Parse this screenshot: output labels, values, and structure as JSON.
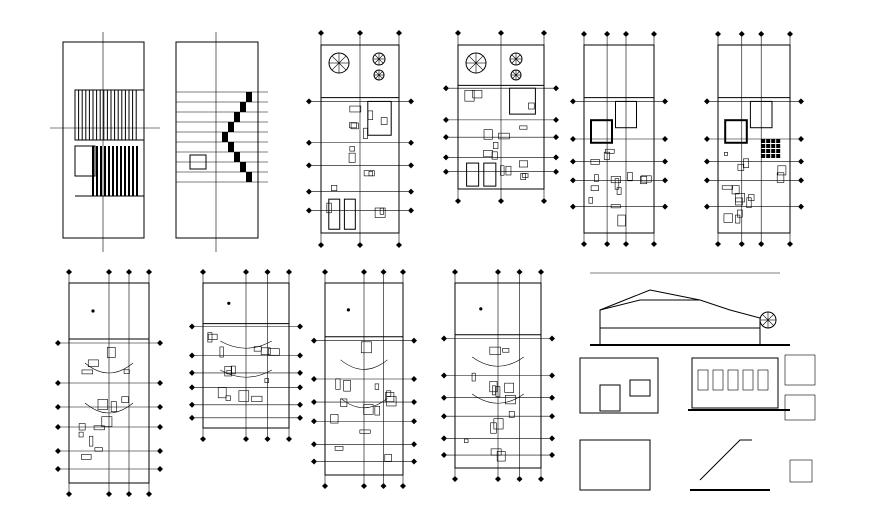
{
  "drawing": {
    "sheet_name": "",
    "panels": [
      {
        "id": "roof-plan"
      },
      {
        "id": "stair-plan"
      },
      {
        "id": "ground-floor-plan-a"
      },
      {
        "id": "first-floor-plan-a"
      },
      {
        "id": "structural-plan-a"
      },
      {
        "id": "structural-plan-b"
      },
      {
        "id": "electrical-plan-a"
      },
      {
        "id": "electrical-plan-b"
      },
      {
        "id": "plumbing-plan-a"
      },
      {
        "id": "plumbing-plan-b"
      },
      {
        "id": "section-and-elevations"
      }
    ]
  },
  "colors": {
    "ink": "#000000",
    "paper": "#ffffff"
  }
}
